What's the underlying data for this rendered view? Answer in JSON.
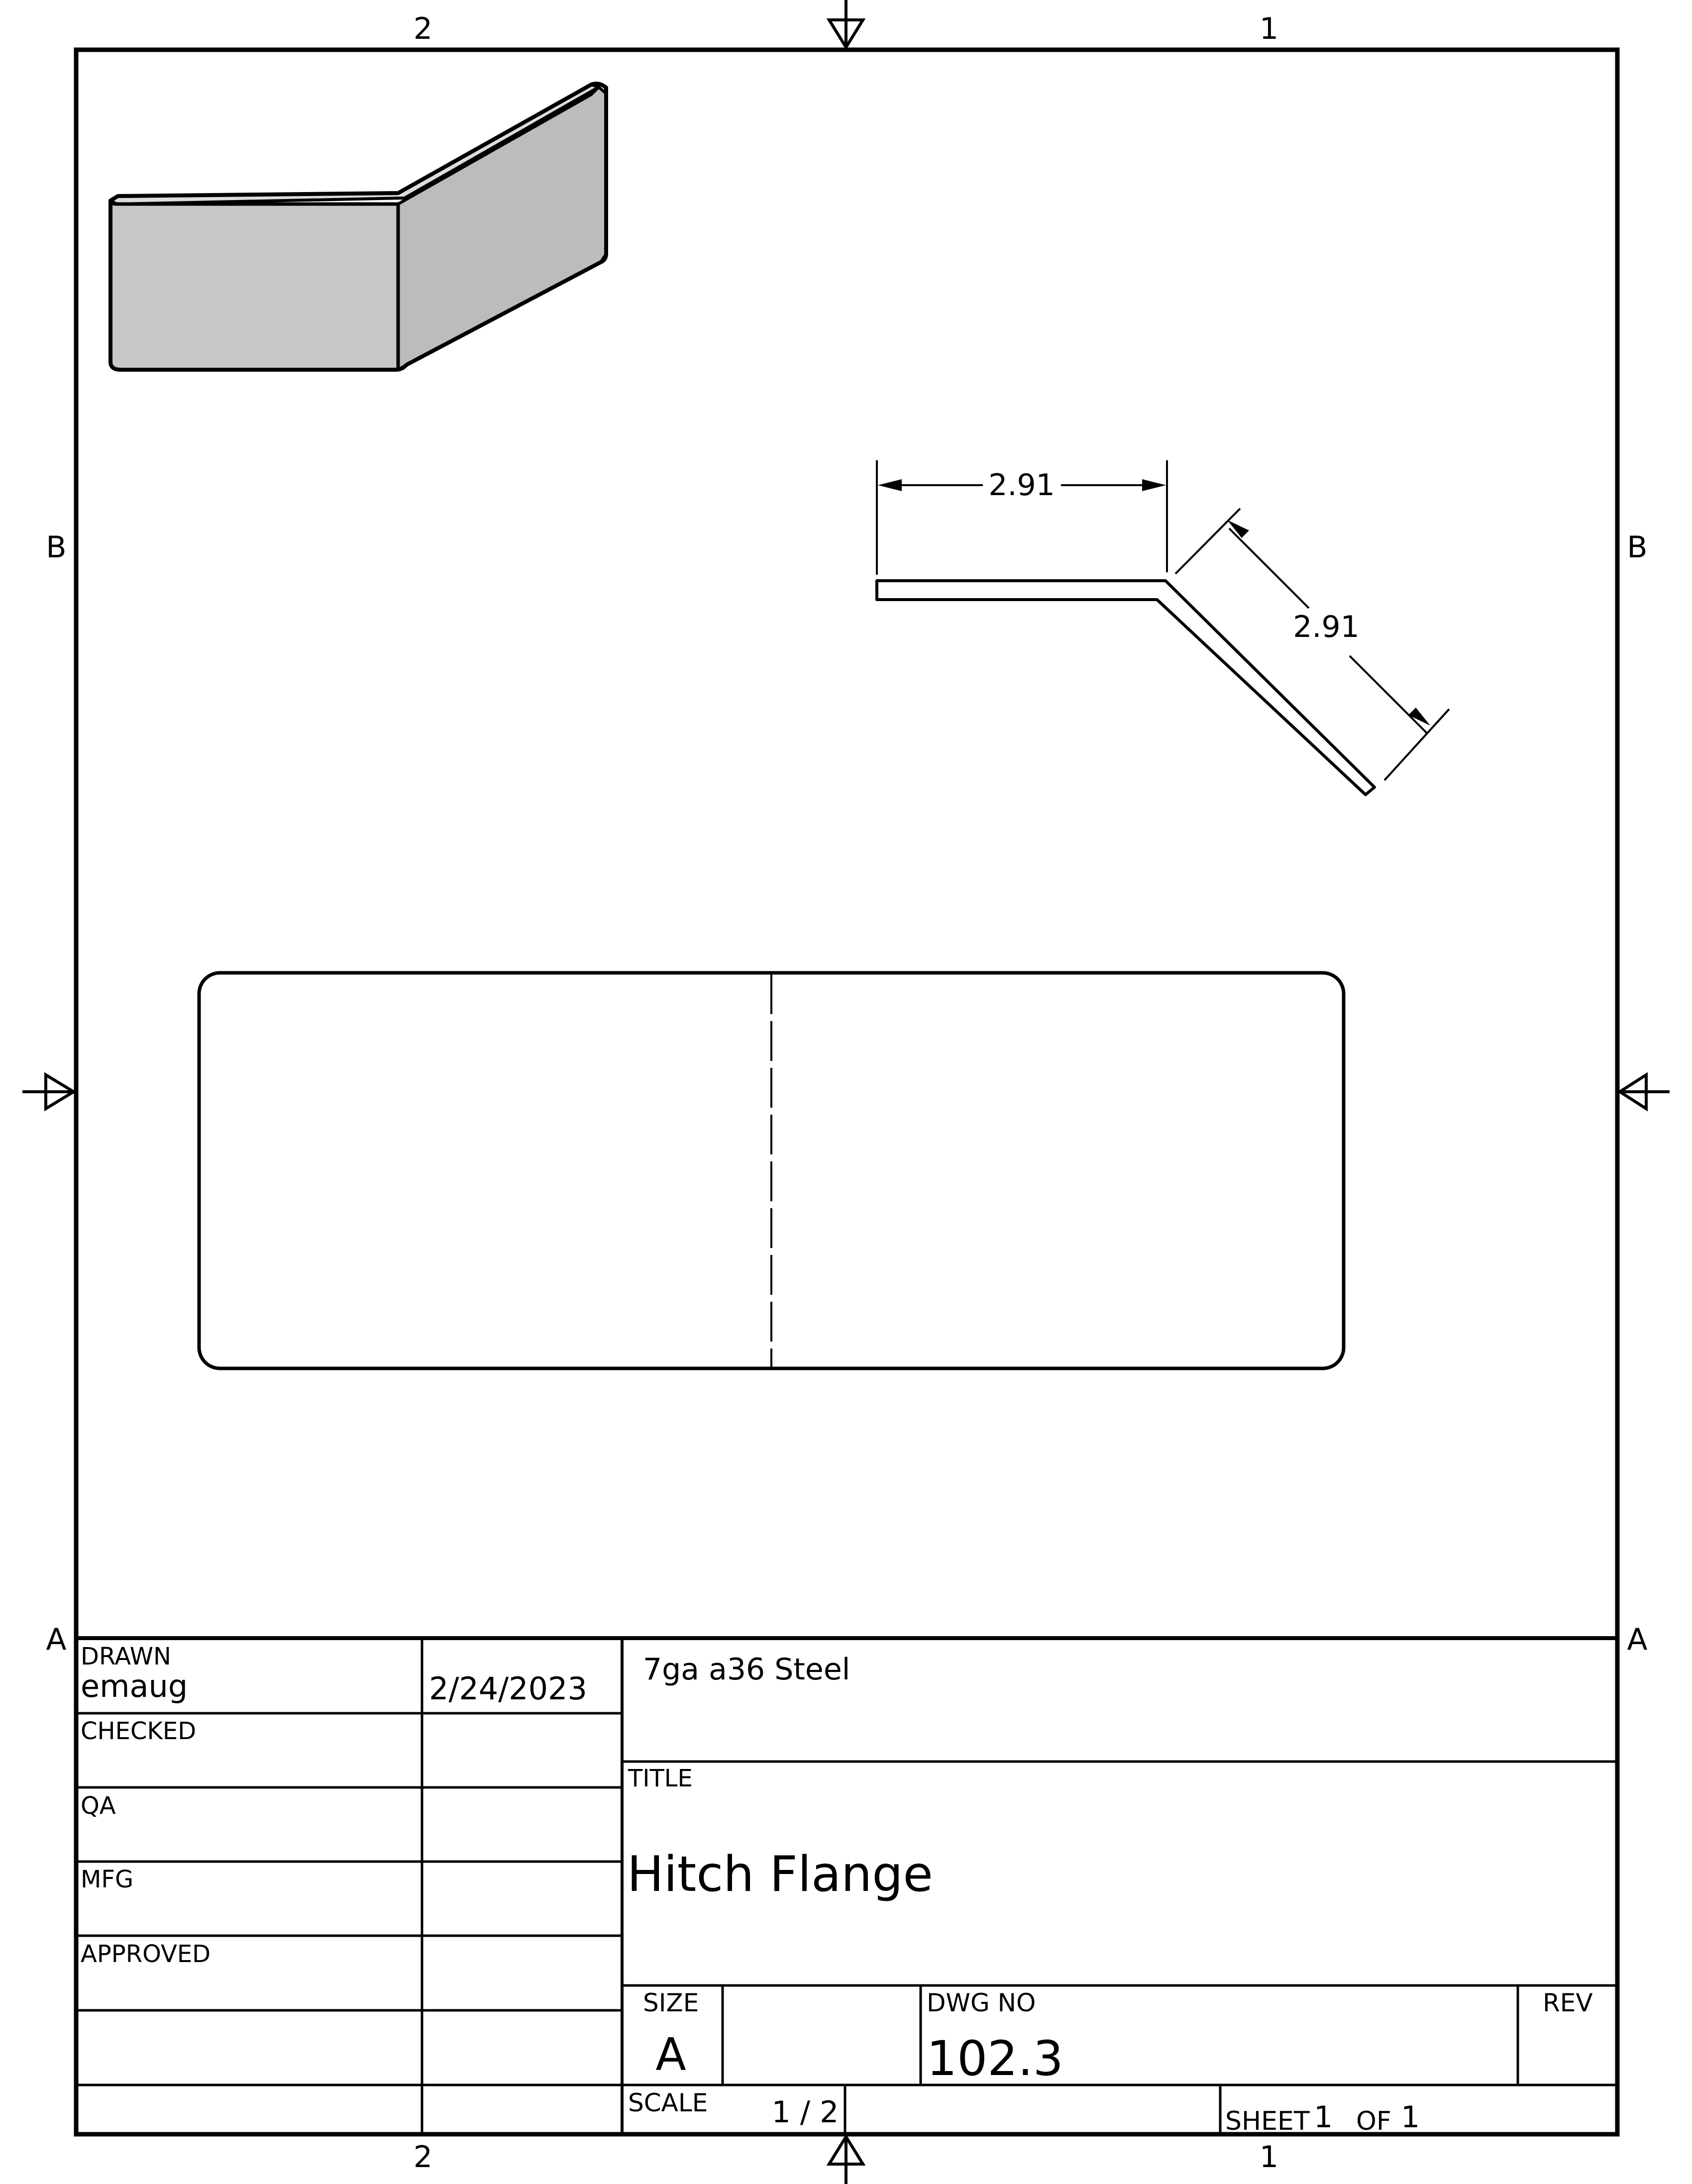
{
  "zone_labels": {
    "top_left": "2",
    "top_right": "1",
    "bottom_left": "2",
    "bottom_right": "1",
    "left_upper": "B",
    "right_upper": "B",
    "left_lower": "A",
    "right_lower": "A"
  },
  "dimensions": {
    "horizontal": "2.91",
    "angled": "2.91"
  },
  "title_block": {
    "drawn_label": "DRAWN",
    "drawn_by": "emaug",
    "drawn_date": "2/24/2023",
    "checked_label": "CHECKED",
    "qa_label": "QA",
    "mfg_label": "MFG",
    "approved_label": "APPROVED",
    "material": "7ga a36 Steel",
    "title_label": "TITLE",
    "title": "Hitch Flange",
    "size_label": "SIZE",
    "size": "A",
    "dwg_no_label": "DWG NO",
    "dwg_no": "102.3",
    "rev_label": "REV",
    "scale_label": "SCALE",
    "scale": "1 / 2",
    "sheet_label": "SHEET",
    "sheet_num": "1",
    "of_label": "OF",
    "sheet_total": "1"
  },
  "colors": {
    "line": "#000000",
    "iso_front_face": "#c8c8c8",
    "iso_side_face": "#bcbcbc",
    "iso_top_face": "#dcdcdc"
  }
}
